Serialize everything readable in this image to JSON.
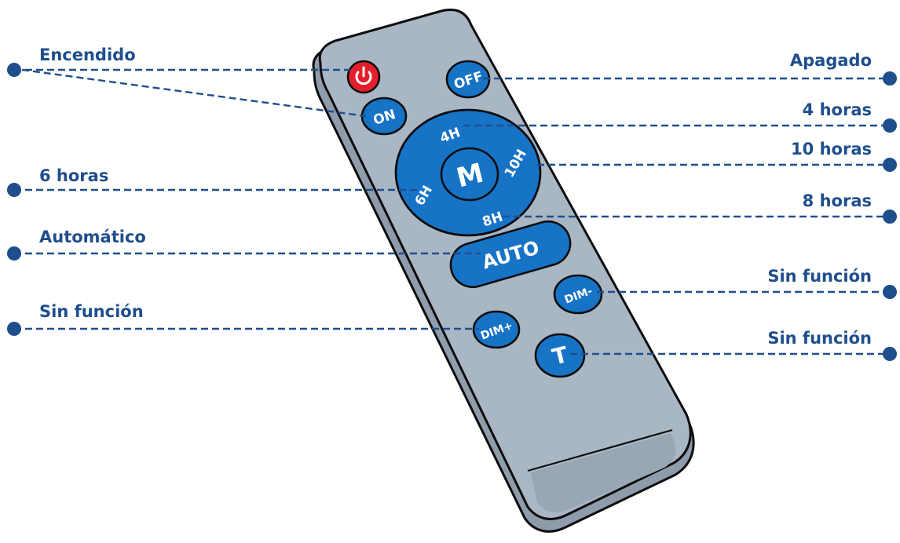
{
  "labels": {
    "encendido": "Encendido",
    "apagado": "Apagado",
    "cuatro_horas": "4 horas",
    "diez_horas": "10 horas",
    "seis_horas": "6 horas",
    "ocho_horas": "8 horas",
    "automatico": "Automático",
    "sin_funcion_dim_minus": "Sin función",
    "sin_funcion_dim_plus": "Sin función",
    "sin_funcion_t": "Sin función"
  },
  "remote_buttons": {
    "off": "OFF",
    "on": "ON",
    "h4": "4H",
    "h10": "10H",
    "h6": "6H",
    "h8": "8H",
    "m": "M",
    "auto": "AUTO",
    "dim_minus": "DIM-",
    "dim_plus": "DIM+",
    "t": "T"
  },
  "colors": {
    "label_text": "#1f4e8c",
    "remote_body": "#a9b6c4",
    "button_blue": "#1673c6",
    "power_red": "#e51e2b"
  },
  "icons": {
    "power": "power-icon"
  }
}
